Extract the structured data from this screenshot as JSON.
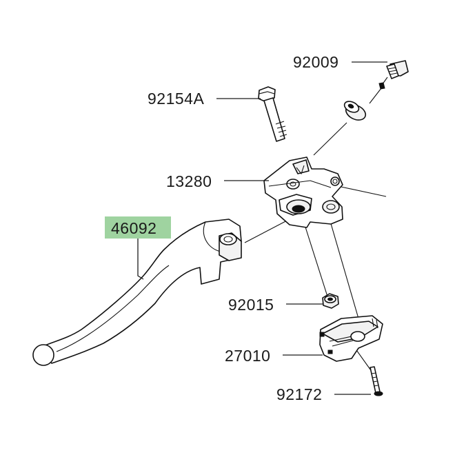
{
  "callouts": {
    "c92009": "92009",
    "c92154A": "92154A",
    "c13280": "13280",
    "c46092": "46092",
    "c92015": "92015",
    "c27010": "27010",
    "c92172": "92172"
  },
  "highlight_color": "#9fd3a0",
  "highlighted_part": "46092"
}
